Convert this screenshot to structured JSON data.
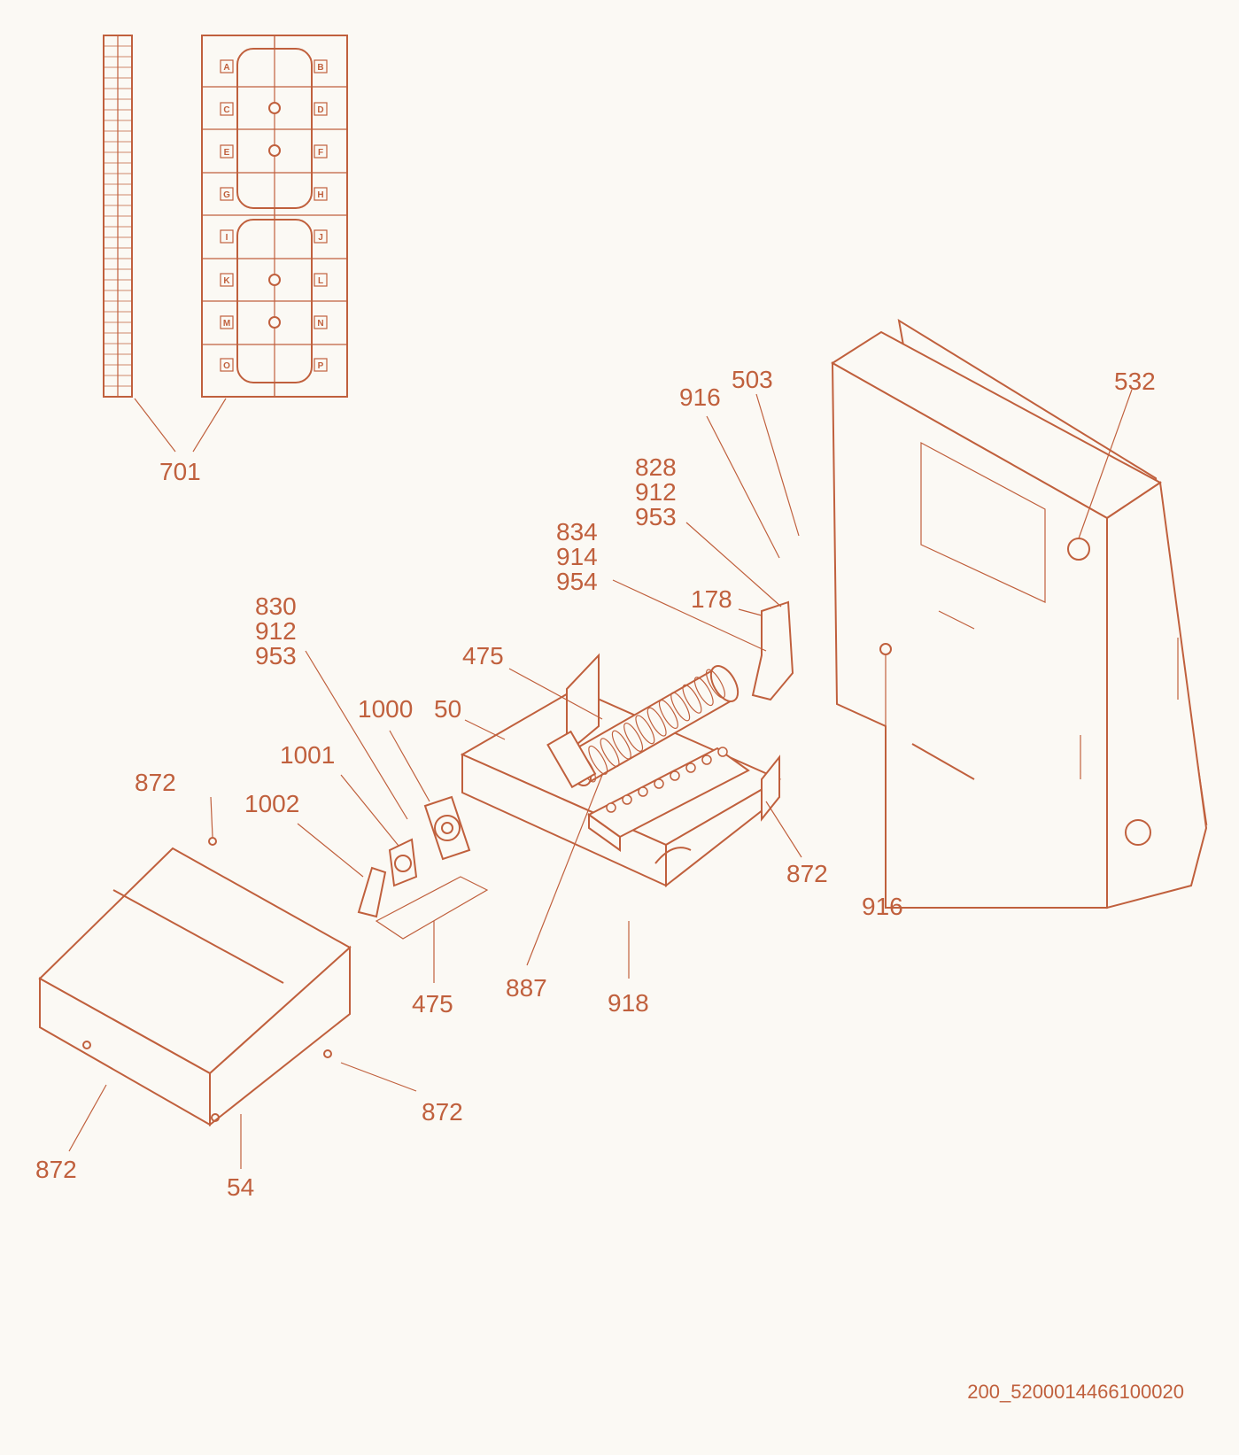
{
  "drawing_number": "200_5200014466100020",
  "colors": {
    "line": "#c0603d",
    "background": "#fbf9f4"
  },
  "callouts": {
    "c701": "701",
    "c916a": "916",
    "c503": "503",
    "c532": "532",
    "c828": "828",
    "c912a": "912",
    "c953a": "953",
    "c834": "834",
    "c914": "914",
    "c954": "954",
    "c178": "178",
    "c830": "830",
    "c912b": "912",
    "c953b": "953",
    "c475a": "475",
    "c1000": "1000",
    "c50": "50",
    "c1001": "1001",
    "c872a": "872",
    "c1002": "1002",
    "c872b": "872",
    "c916b": "916",
    "c475b": "475",
    "c887": "887",
    "c918": "918",
    "c872c": "872",
    "c872d": "872",
    "c54": "54"
  },
  "panel_slots": {
    "A": "A",
    "B": "B",
    "C": "C",
    "D": "D",
    "E": "E",
    "F": "F",
    "G": "G",
    "H": "H",
    "I": "I",
    "J": "J",
    "K": "K",
    "L": "L",
    "M": "M",
    "N": "N",
    "O": "O",
    "P": "P"
  }
}
